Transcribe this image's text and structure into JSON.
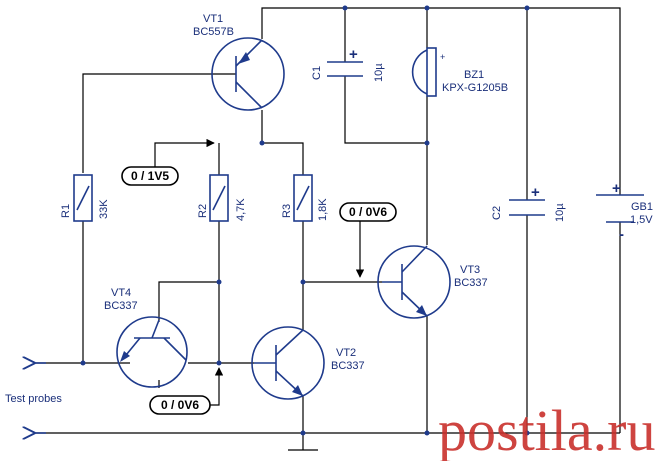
{
  "components": {
    "vt1": {
      "ref": "VT1",
      "part": "BC557B"
    },
    "vt2": {
      "ref": "VT2",
      "part": "BC337"
    },
    "vt3": {
      "ref": "VT3",
      "part": "BC337"
    },
    "vt4": {
      "ref": "VT4",
      "part": "BC337"
    },
    "r1": {
      "ref": "R1",
      "value": "33K"
    },
    "r2": {
      "ref": "R2",
      "value": "4,7K"
    },
    "r3": {
      "ref": "R3",
      "value": "1,8K"
    },
    "c1": {
      "ref": "C1",
      "value": "10µ",
      "plus": "+"
    },
    "c2": {
      "ref": "C2",
      "value": "10µ",
      "plus": "+"
    },
    "bz1": {
      "ref": "BZ1",
      "part": "KPX-G1205B",
      "plus": "+"
    },
    "gb1": {
      "ref": "GB1",
      "value": "1,5V",
      "plus": "+",
      "minus": "-"
    }
  },
  "voltage_labels": {
    "v1": "0 / 1V5",
    "v2": "0 / 0V6",
    "v3": "0 / 0V6"
  },
  "probes_label": "Test probes",
  "watermark": "postila.ru",
  "colors": {
    "component": "#1f3b8c",
    "wire": "#000000",
    "watermark": "#c9302c"
  }
}
